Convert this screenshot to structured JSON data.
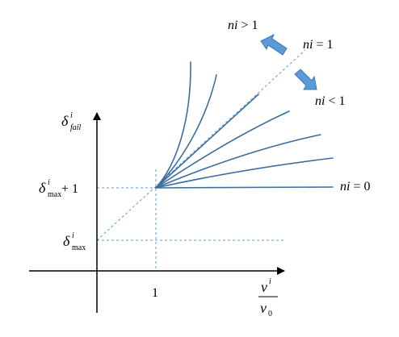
{
  "diagram": {
    "labels": {
      "ni_gt_1": {
        "var": "ni",
        "op": " > ",
        "num": "1"
      },
      "ni_eq_1": {
        "var": "ni",
        "op": " = ",
        "num": "1"
      },
      "ni_lt_1": {
        "var": "ni",
        "op": " < ",
        "num": "1"
      },
      "ni_eq_0": {
        "var": "ni",
        "op": " = ",
        "num": "0"
      },
      "y_axis": {
        "base": "δ",
        "sup": "i",
        "sub": "fail"
      },
      "dmax_plus1": {
        "base": "δ",
        "sup": "i",
        "sub": "max",
        "tail": " + 1"
      },
      "dmax": {
        "base": "δ",
        "sup": "i",
        "sub": "max"
      },
      "x_tick": "1",
      "x_axis": {
        "num_base": "v",
        "num_sup": "i",
        "den_base": "v",
        "den_sub": "0"
      }
    },
    "colors": {
      "curve": "#3c6e9e",
      "dashed": "#5b9bd5",
      "arrow_fill": "#5b9bd5",
      "arrow_stroke": "#3f78b4",
      "axis": "#000000"
    },
    "icons": [
      "arrow-up-left-icon",
      "arrow-down-right-icon"
    ]
  }
}
